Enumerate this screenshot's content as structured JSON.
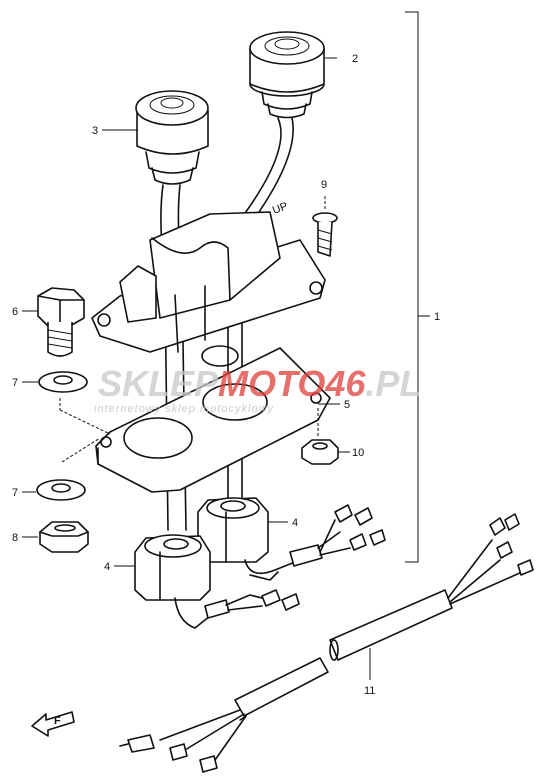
{
  "parts": [
    {
      "label": "1"
    },
    {
      "label": "2"
    },
    {
      "label": "3"
    },
    {
      "label": "4"
    },
    {
      "label": "4"
    },
    {
      "label": "5"
    },
    {
      "label": "6"
    },
    {
      "label": "7"
    },
    {
      "label": "7"
    },
    {
      "label": "8"
    },
    {
      "label": "9"
    },
    {
      "label": "10"
    },
    {
      "label": "11"
    }
  ],
  "watermark": {
    "brand_part1": "SKLEP",
    "brand_part2": "MOTO",
    "brand_part3": "46",
    "brand_part4": ".PL",
    "tagline": "internetowy sklep motocyklowy"
  },
  "front_arrow": {
    "text": "F"
  },
  "colors": {
    "ink": "#111111",
    "watermark_grey": "#bdbdbd",
    "watermark_red": "#e0403a"
  }
}
